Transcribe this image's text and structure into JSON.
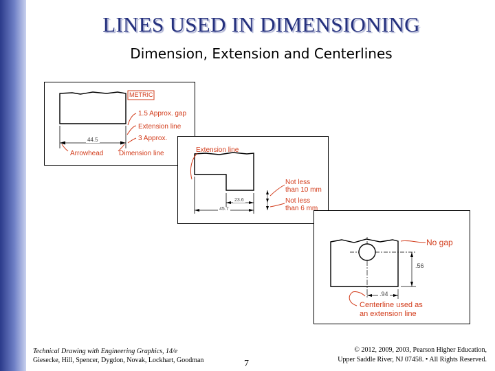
{
  "slide": {
    "title": "LINES USED IN DIMENSIONING",
    "subtitle": "Dimension, Extension and Centerlines"
  },
  "figure1": {
    "badge": "METRIC",
    "labels": {
      "gap": "1.5 Approx. gap",
      "extension_line": "Extension line",
      "approx3": "3 Approx.",
      "arrowhead": "Arrowhead",
      "dimension_line": "Dimension line"
    },
    "dimension_value": "44.5"
  },
  "figure2": {
    "labels": {
      "extension_line": "Extension line",
      "not_less_10_l1": "Not less",
      "not_less_10_l2": "than 10 mm",
      "not_less_6_l1": "Not less",
      "not_less_6_l2": "than 6 mm"
    },
    "dim_inner": "23.6",
    "dim_outer": "45.7"
  },
  "figure3": {
    "labels": {
      "no_gap": "No gap",
      "centerline_l1": "Centerline used as",
      "centerline_l2": "an extension line"
    },
    "dim_vertical": ".56",
    "dim_horizontal": ".94"
  },
  "footer": {
    "book_title": "Technical Drawing with Engineering Graphics, 14/e",
    "authors": "Giesecke, Hill, Spencer, Dygdon, Novak, Lockhart, Goodman",
    "page_number": "7",
    "copyright_l1": "© 2012, 2009, 2003, Pearson Higher Education,",
    "copyright_l2": "Upper Saddle River, NJ 07458. • All Rights Reserved."
  },
  "colors": {
    "accent_red": "#d23b1a",
    "title_blue": "#24307d",
    "sidebar_dark": "#2a3a8a"
  }
}
